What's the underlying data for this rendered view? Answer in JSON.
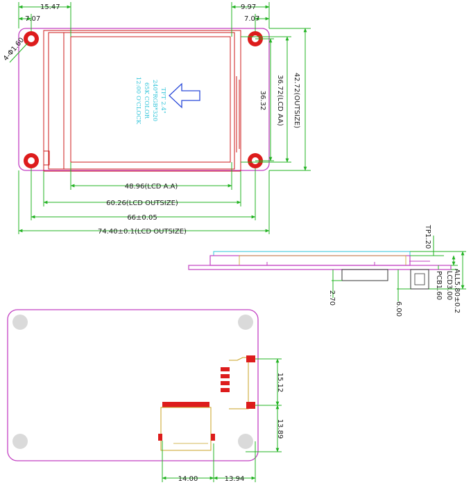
{
  "colors": {
    "dimension": "#22b322",
    "board_outline": "#c23fc2",
    "lcd_outline": "#cc1a1a",
    "label_text": "#2fc4d9",
    "pad": "#dd1c1c"
  },
  "top_view": {
    "lcd_label": [
      "TFT 2.4\"",
      "240*RGB*320",
      "65K COLOR",
      "12:00 O'CLOCK"
    ],
    "hole_label": "4-Φ1.60",
    "dims": {
      "left_offset": "15.47",
      "left_hole": "7.07",
      "right_offset": "9.97",
      "right_hole": "7.07",
      "lcd_aa_width": "48.96(LCD A.A)",
      "lcd_outsize_width": "60.26(LCD OUTSIZE)",
      "hole_pitch_w": "66±0.05",
      "pcb_width": "74.40±0.1(LCD OUTSIZE)",
      "outside_height": "42.72(OUTSIZE)",
      "lcd_aa_height": "36.72(LCD AA)",
      "hole_pitch_h": "36.32"
    }
  },
  "side_view": {
    "dims": {
      "tp": "TP1.20",
      "all": "ALL5.80±0.2",
      "lcd": "LCD3.00",
      "pcb": "PCB1.60",
      "conn_h": "2.70",
      "conn2_h": "6.00"
    }
  },
  "bottom_view": {
    "dims": {
      "spacing_top": "15.12",
      "spacing_bottom": "13.89",
      "bottom_left": "14.00",
      "bottom_right": "13.94"
    }
  }
}
